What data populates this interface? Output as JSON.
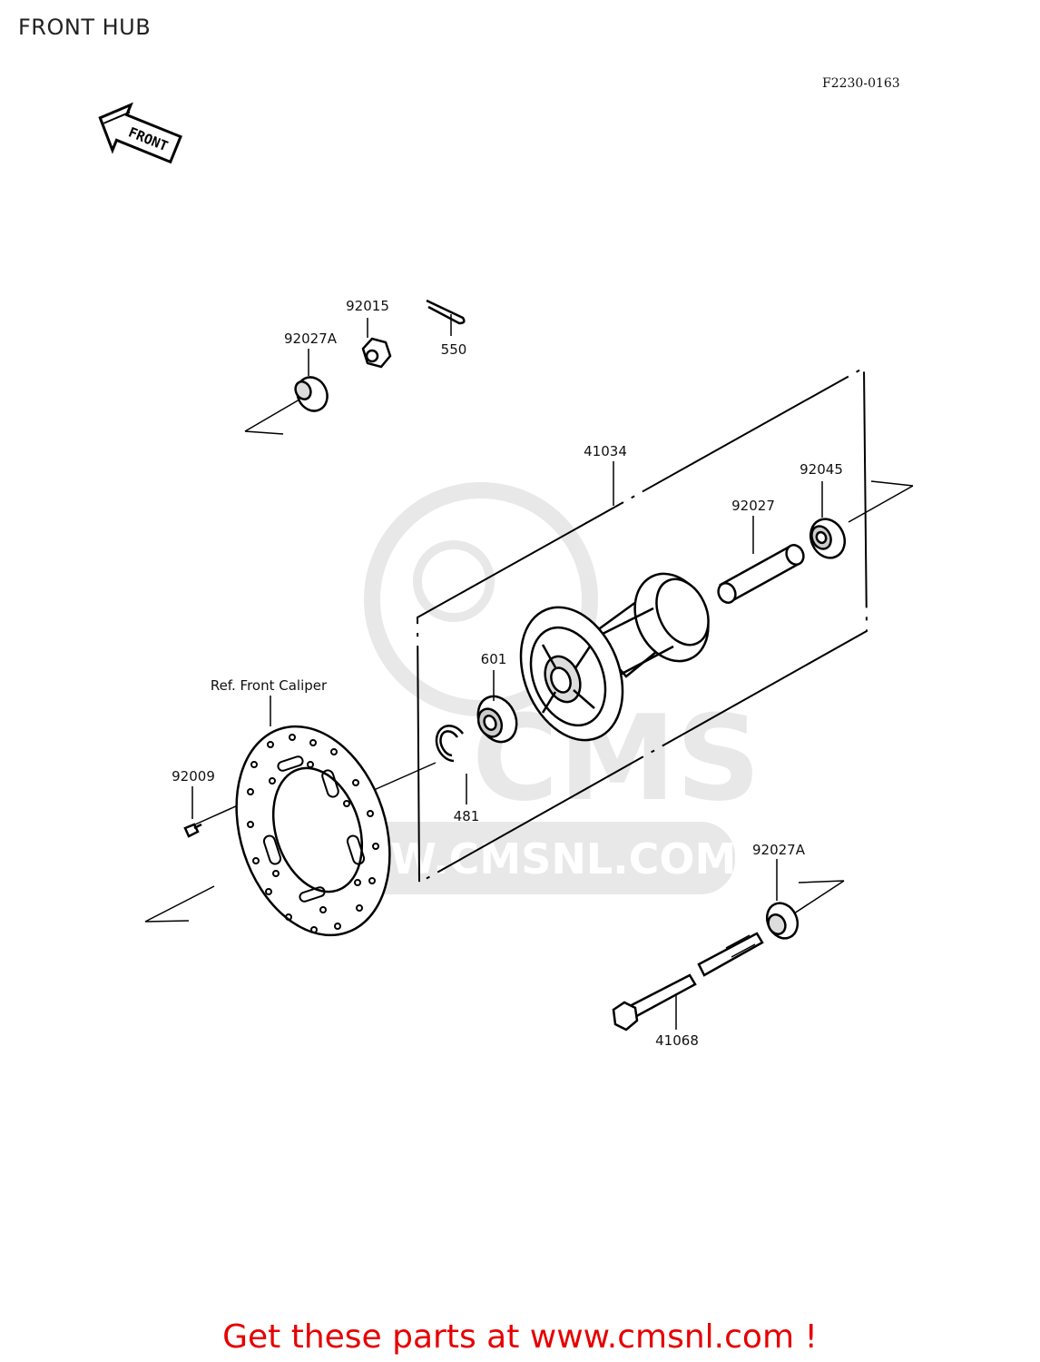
{
  "header": {
    "title": "FRONT HUB",
    "diagram_code": "F2230-0163"
  },
  "direction_arrow": {
    "text": "FRONT"
  },
  "watermark": {
    "brand": "CMS",
    "url": "WWW.CMSNL.COM"
  },
  "parts": [
    {
      "number": "92015"
    },
    {
      "number": "92027A"
    },
    {
      "number": "550"
    },
    {
      "number": "41034"
    },
    {
      "number": "92045"
    },
    {
      "number": "92027"
    },
    {
      "number": "601"
    },
    {
      "number": "481"
    },
    {
      "number": "92009"
    },
    {
      "number": "92027A"
    },
    {
      "number": "41068"
    }
  ],
  "reference": {
    "text": "Ref. Front Caliper"
  },
  "footer": {
    "cta": "Get these parts at www.cmsnl.com !"
  }
}
